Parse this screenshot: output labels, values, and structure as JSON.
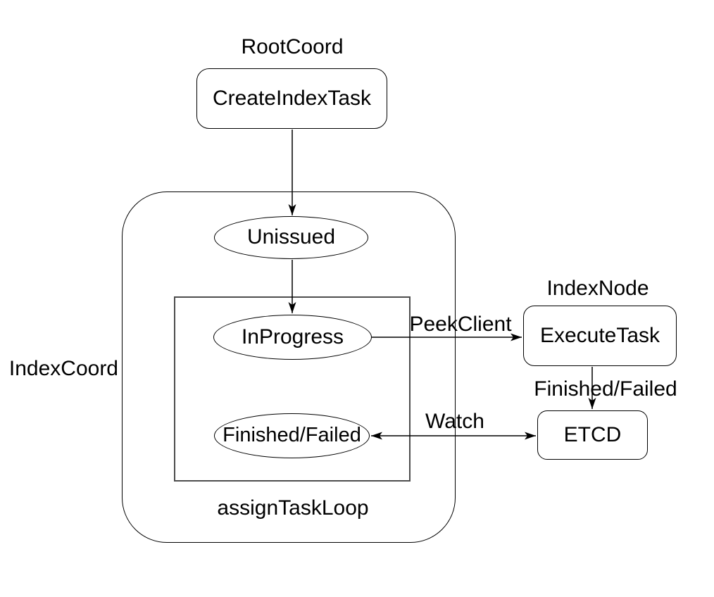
{
  "diagram": {
    "type": "flowchart",
    "colors": {
      "stroke": "#000000",
      "inner_loop_stroke": "#4d4d4d",
      "text": "#000000",
      "background": "#ffffff"
    },
    "groups": {
      "root_coord": "RootCoord",
      "index_coord": "IndexCoord",
      "index_node": "IndexNode",
      "assign_task_loop": "assignTaskLoop"
    },
    "nodes": {
      "create_index_task": "CreateIndexTask",
      "unissued": "Unissued",
      "in_progress": "InProgress",
      "finished_failed": "Finished/Failed",
      "execute_task": "ExecuteTask",
      "etcd": "ETCD"
    },
    "edges": {
      "create_to_unissued": "",
      "unissued_to_in_progress": "",
      "peek_client": "PeekClient",
      "execute_to_etcd": "Finished/Failed",
      "watch": "Watch"
    }
  }
}
